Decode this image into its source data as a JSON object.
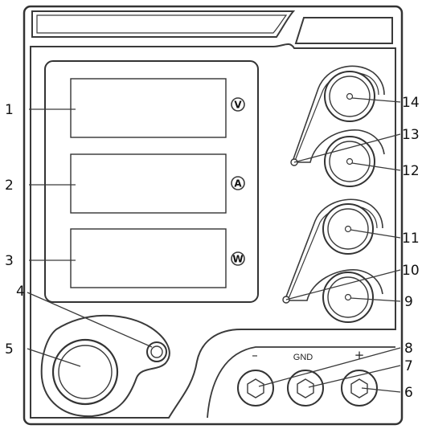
{
  "callouts": {
    "c1": "1",
    "c2": "2",
    "c3": "3",
    "c4": "4",
    "c5": "5",
    "c6": "6",
    "c7": "7",
    "c8": "8",
    "c9": "9",
    "c10": "10",
    "c11": "11",
    "c12": "12",
    "c13": "13",
    "c14": "14"
  },
  "display_units": {
    "voltage": "V",
    "current": "A",
    "power": "W"
  },
  "terminals": {
    "minus": "–",
    "gnd": "GND",
    "plus": "+"
  },
  "colors": {
    "outline": "#333333",
    "text": "#111111"
  }
}
